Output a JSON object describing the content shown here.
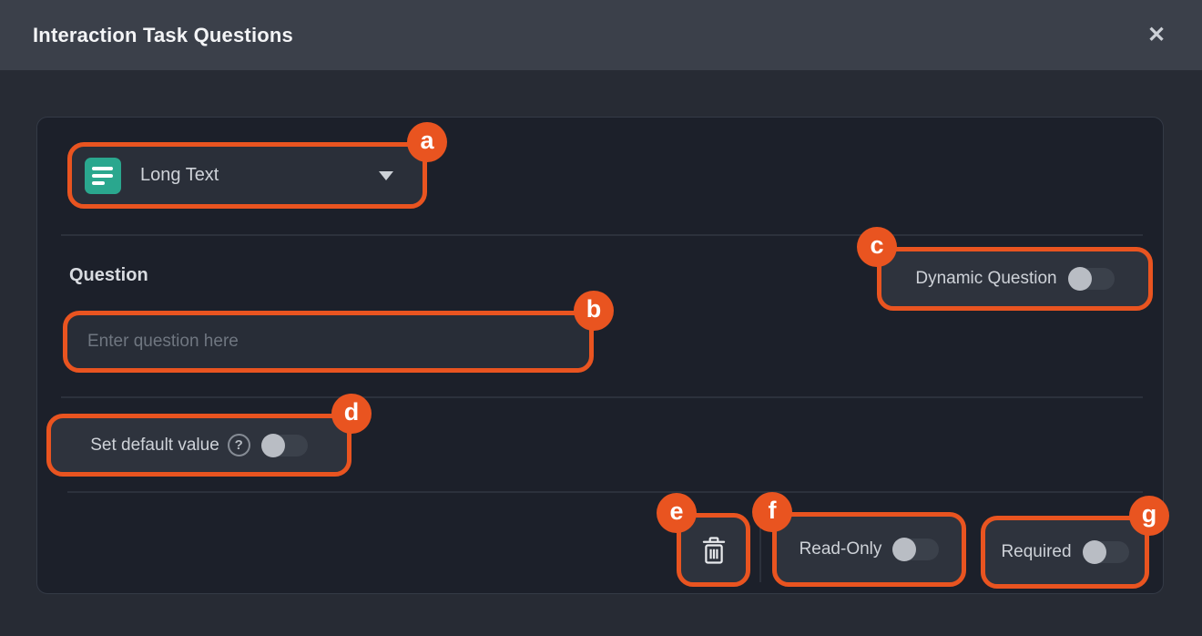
{
  "header": {
    "title": "Interaction Task Questions",
    "close_icon": "✕"
  },
  "annotations": {
    "a": "a",
    "b": "b",
    "c": "c",
    "d": "d",
    "e": "e",
    "f": "f",
    "g": "g"
  },
  "card": {
    "type_dropdown": {
      "selected": "Long Text",
      "icon": "long-text-icon"
    },
    "question_label": "Question",
    "dynamic_question": {
      "label": "Dynamic Question",
      "state": "off"
    },
    "question_input": {
      "placeholder": "Enter question here",
      "value": ""
    },
    "set_default": {
      "label": "Set default value",
      "help_icon": "?",
      "state": "off"
    },
    "footer": {
      "delete_icon": "trash-icon",
      "read_only": {
        "label": "Read-Only",
        "state": "off"
      },
      "required": {
        "label": "Required",
        "state": "off"
      }
    }
  },
  "colors": {
    "annotation_orange": "#e95420",
    "icon_teal": "#2aa78e",
    "header_bg": "#3b404a",
    "body_bg": "#272b34",
    "card_bg": "#1c202a"
  }
}
